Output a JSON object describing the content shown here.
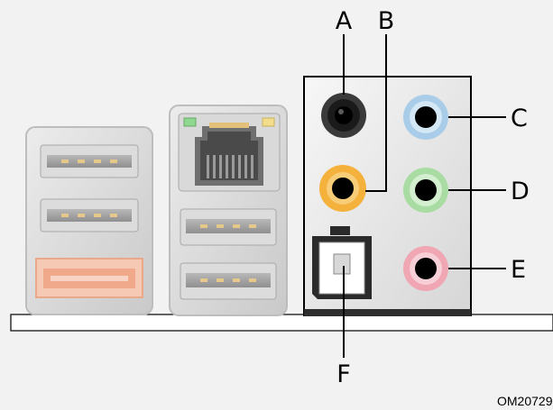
{
  "labels": {
    "a": "A",
    "b": "B",
    "c": "C",
    "d": "D",
    "e": "E",
    "f": "F"
  },
  "figure_code": "OM20729",
  "colors": {
    "background": "#f2f2f2",
    "jack_black": "#2a2a2a",
    "jack_orange": "#f4b23c",
    "jack_blue": "#a9cde8",
    "jack_green": "#a9dca2",
    "jack_pink": "#f0a6b3",
    "esata_orange": "#f0a98a"
  }
}
